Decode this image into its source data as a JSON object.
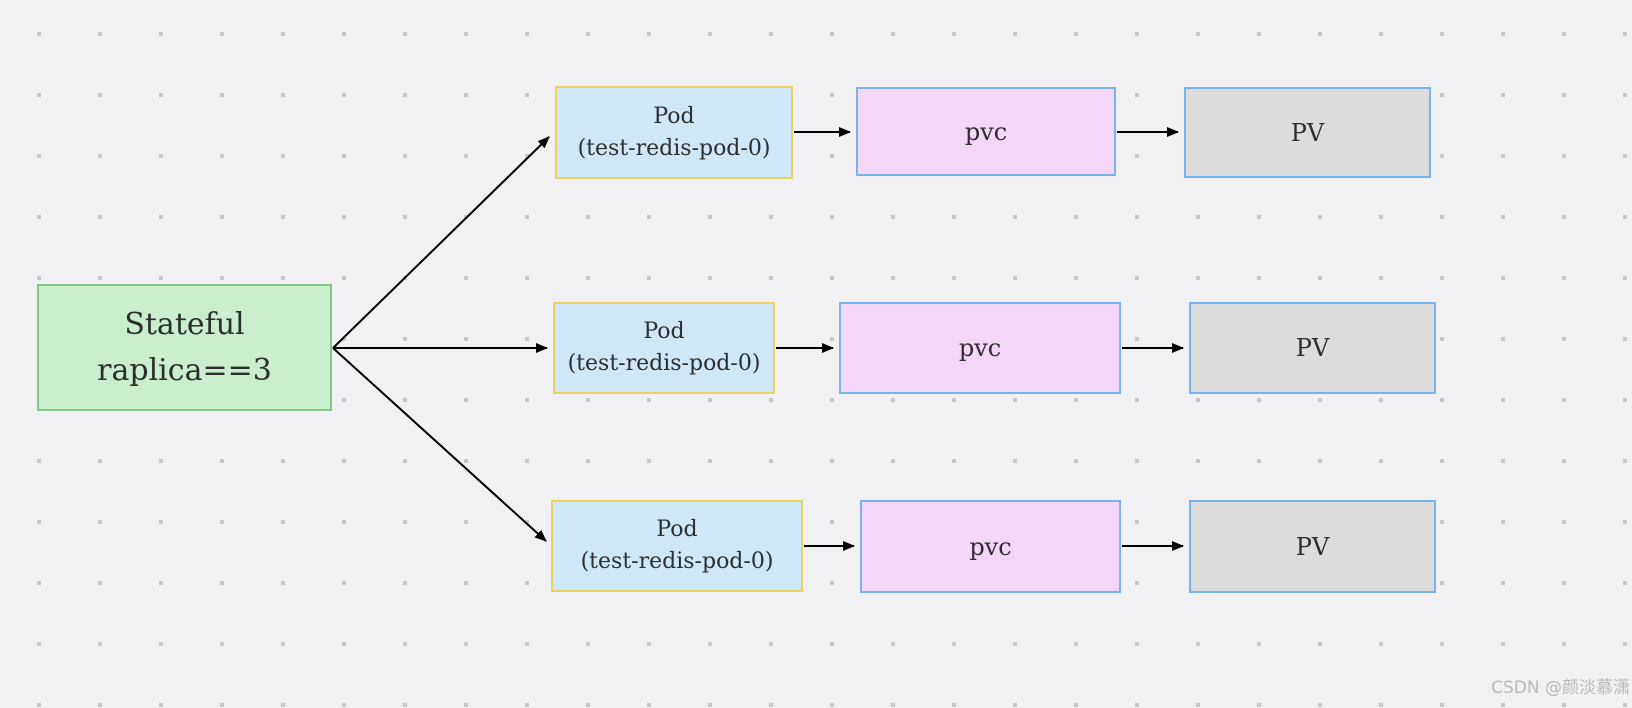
{
  "diagram": {
    "stateful_box": {
      "line1": "Stateful",
      "line2": "raplica==3"
    },
    "rows": [
      {
        "pod_name": "Pod",
        "pod_instance": "(test-redis-pod-0)",
        "pvc_label": "pvc",
        "pv_label": "PV"
      },
      {
        "pod_name": "Pod",
        "pod_instance": "(test-redis-pod-0)",
        "pvc_label": "pvc",
        "pv_label": "PV"
      },
      {
        "pod_name": "Pod",
        "pod_instance": "(test-redis-pod-0)",
        "pvc_label": "pvc",
        "pv_label": "PV"
      }
    ]
  },
  "watermark": {
    "text": "CSDN @颜淡慕潇"
  },
  "colors": {
    "canvas_bg": "#f1f1f3",
    "grid_dot": "#c9c9cb",
    "stateful_fill": "#c9efcd",
    "stateful_stroke": "#82c785",
    "pod_fill": "#cfe8f8",
    "pod_stroke": "#ecd25f",
    "pvc_fill": "#f4d7f8",
    "pvc_stroke": "#78b3ee",
    "pv_fill": "#dcdcdd",
    "pv_stroke": "#78b3ee",
    "arrow": "#000000",
    "label_text": "#2e2e2e",
    "watermark_text": "#b9b9b9"
  }
}
